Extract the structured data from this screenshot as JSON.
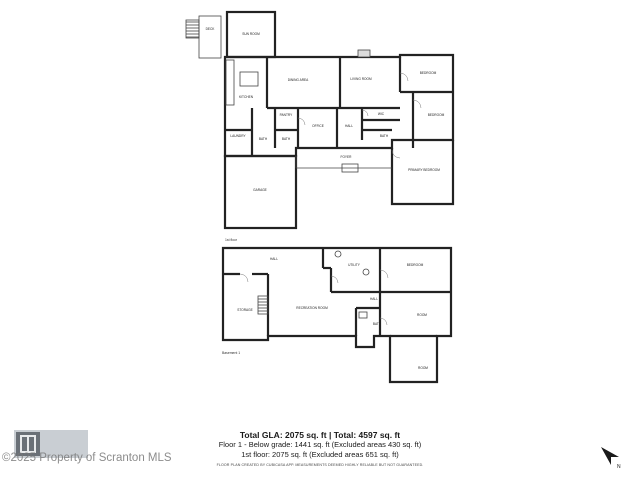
{
  "floor_labels": {
    "first": "1st floor",
    "basement": "Basement 1"
  },
  "rooms_first": {
    "deck": "DECK",
    "sunroom": "SUN ROOM",
    "kitchen": "KITCHEN",
    "dining": "DINING AREA",
    "living": "LIVING ROOM",
    "bedroom_a": "BEDROOM",
    "bedroom_b": "BEDROOM",
    "pantry": "PANTRY",
    "office": "OFFICE",
    "hall": "HALL",
    "wic": "WIC",
    "laundry": "LAUNDRY",
    "bath_a": "BATH",
    "bath_b": "BATH",
    "bath_c": "BATH",
    "foyer": "FOYER",
    "primary": "PRIMARY BEDROOM",
    "garage": "GARAGE"
  },
  "rooms_basement": {
    "hall_a": "HALL",
    "utility": "UTILITY",
    "bedroom": "BEDROOM",
    "storage": "STORAGE",
    "recreation": "RECREATION ROOM",
    "hall_b": "HALL",
    "bath": "BATH",
    "room_a": "ROOM",
    "room_b": "ROOM"
  },
  "summary": {
    "total": "Total GLA: 2075 sq. ft | Total: 4597 sq. ft",
    "floor1": "Floor 1 - Below grade: 1441 sq. ft (Excluded areas 430 sq. ft)",
    "floor2": "1st floor: 2075 sq. ft (Excluded areas 651 sq. ft)",
    "disclaimer": "FLOOR PLAN CREATED BY CUBICASA APP. MEASUREMENTS DEEMED HIGHLY RELIABLE BUT NOT GUARANTEED."
  },
  "watermark": "©2025 Property of Scranton MLS",
  "compass_label": "N",
  "icons": {
    "logo": "mls-logo-icon",
    "compass": "north-arrow-icon"
  },
  "colors": {
    "wall": "#222222",
    "background": "#ffffff",
    "watermark": "#787878"
  }
}
